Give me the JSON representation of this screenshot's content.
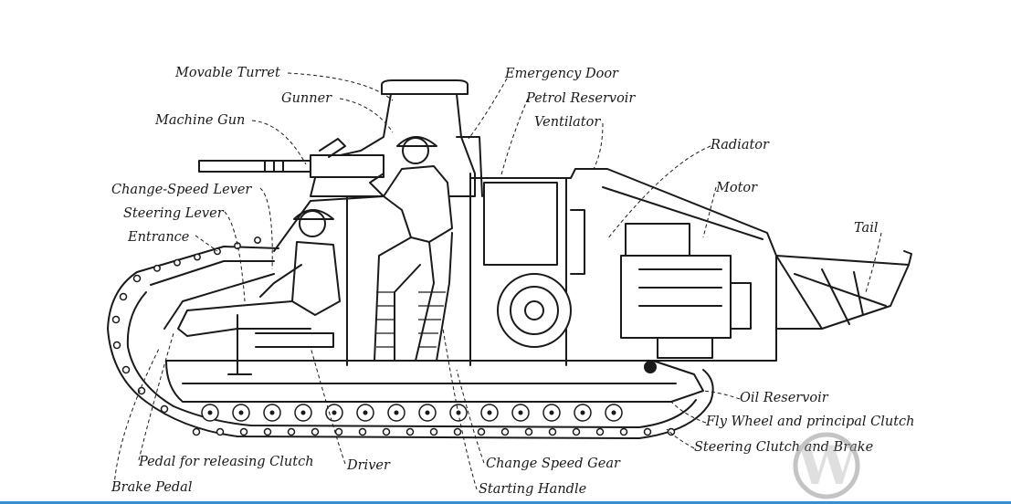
{
  "labels": {
    "movable_turret": "Movable Turret",
    "gunner": "Gunner",
    "machine_gun": "Machine Gun",
    "change_speed_lever": "Change-Speed Lever",
    "steering_lever": "Steering Lever",
    "entrance": "Entrance",
    "emergency_door": "Emergency Door",
    "petrol_reservoir": "Petrol Reservoir",
    "ventilator": "Ventilator",
    "radiator": "Radiator",
    "motor": "Motor",
    "tail": "Tail",
    "oil_reservoir": "Oil Reservoir",
    "fly_wheel": "Fly Wheel and principal Clutch",
    "steering_clutch": "Steering Clutch and Brake",
    "pedal_clutch": "Pedal for releasing Clutch",
    "brake_pedal": "Brake Pedal",
    "driver": "Driver",
    "change_speed_gear": "Change Speed Gear",
    "starting_handle": "Starting Handle"
  },
  "watermark": {
    "letter": "W",
    "color": "#9e9e9e"
  },
  "colors": {
    "ink": "#1a1a1a",
    "background": "#ffffff",
    "accent_rule": "#3a8fd0"
  }
}
